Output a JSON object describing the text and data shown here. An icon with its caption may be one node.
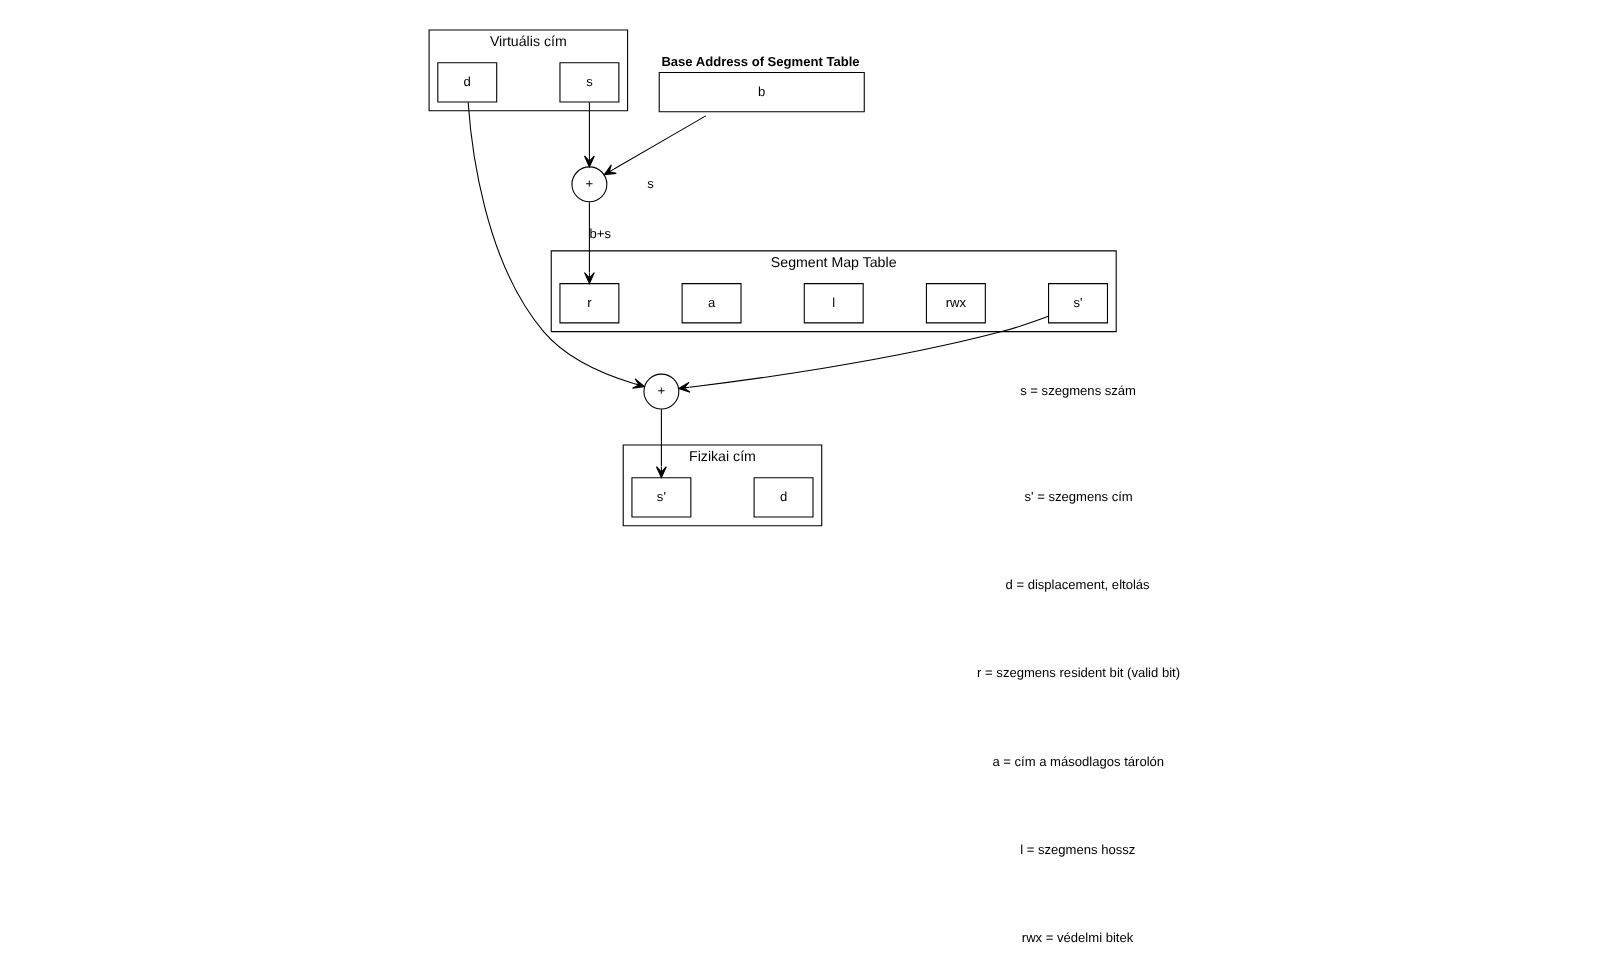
{
  "diagram": {
    "nodes": [
      {
        "text": [
          "Base Address of Segment Table",
          "b"
        ]
      },
      {
        "text": [
          "Virtuális cím"
        ]
      },
      {
        "text": [
          "s"
        ],
        "in": 1
      },
      {
        "text": [
          "d"
        ],
        "in": 1
      },
      {
        "text": [
          "+"
        ]
      },
      {
        "text": [
          "Segment Map Table"
        ]
      },
      {
        "text": [
          "r"
        ],
        "in": 5
      },
      {
        "text": [
          "a"
        ],
        "in": 5
      },
      {
        "text": [
          "l"
        ],
        "in": 5
      },
      {
        "text": [
          "rwx"
        ],
        "in": 5
      },
      {
        "text": [
          "s'"
        ],
        "in": 5
      },
      {
        "text": [
          "+"
        ]
      },
      {
        "text": [
          "Fizikai cím"
        ]
      },
      {
        "text": [
          "s'"
        ],
        "in": 12
      },
      {
        "text": [
          "d"
        ],
        "in": 12
      }
    ],
    "edges": [
      {
        "from": 0,
        "to": 4,
        "arrow": "to"
      },
      {
        "from": 2,
        "to": 4,
        "arrow": "to"
      },
      {
        "from": 4,
        "to": 6,
        "label": "b+s",
        "arrow": "to"
      },
      {
        "from": 3,
        "to": 11,
        "arrow": "to"
      },
      {
        "from": 10,
        "to": 11,
        "arrow": "to"
      },
      {
        "from": 11,
        "to": 13,
        "arrow": "to"
      }
    ],
    "labels": [
      "s",
      "s = szegmens szám",
      "s' = szegmens cím",
      "d = displacement, eltolás",
      "r = szegmens resident bit (valid bit)",
      "a = cím a másodlagos tárolón",
      "l = szegmens hossz",
      "rwx = védelmi bitek"
    ]
  }
}
